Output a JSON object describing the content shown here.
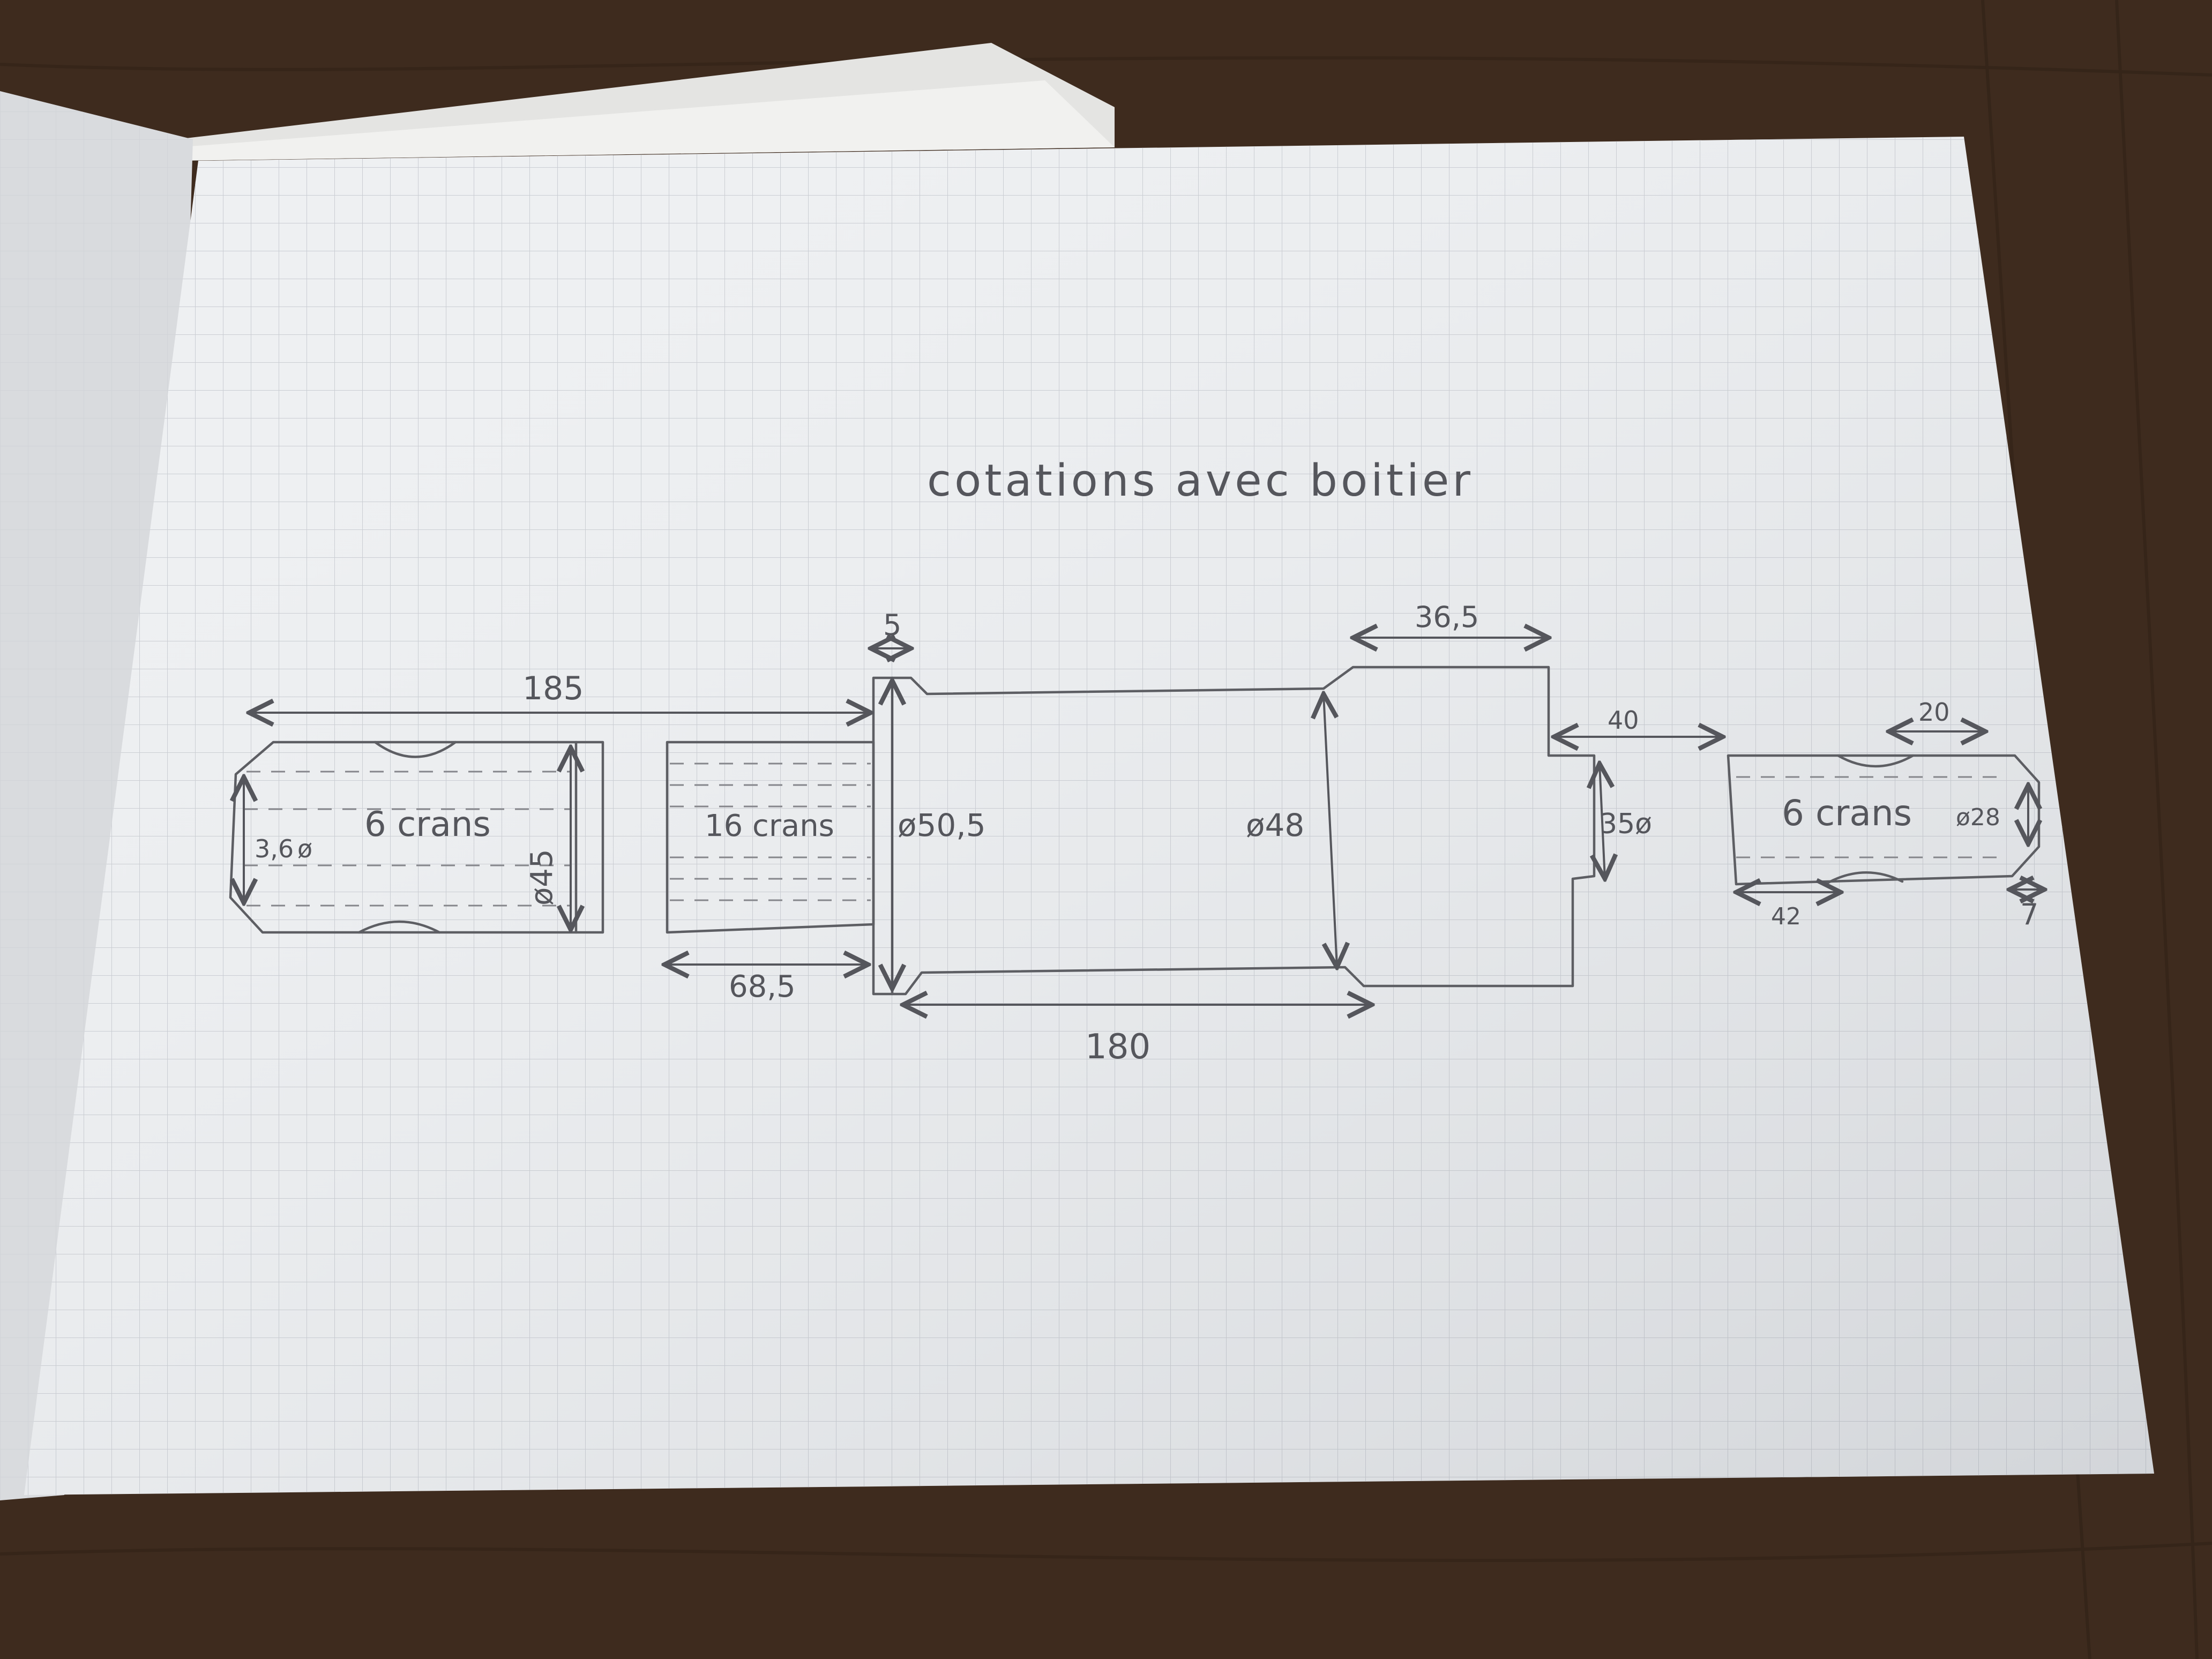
{
  "title": "cotations avec boitier",
  "dimensions": {
    "d185": "185",
    "d5": "5",
    "d36_5": "36,5",
    "d40": "40",
    "d20": "20",
    "d68_5": "68,5",
    "d180": "180",
    "d42": "42",
    "d7": "7",
    "d3_6": "3,6",
    "diam": "ø",
    "d45": "ø45",
    "d50_5": "ø50,5",
    "d48": "ø48",
    "d35": "35ø",
    "d28": "ø28"
  },
  "labels": {
    "crans_left": "6 crans",
    "crans_mid": "16 crans",
    "crans_right": "6 crans"
  }
}
